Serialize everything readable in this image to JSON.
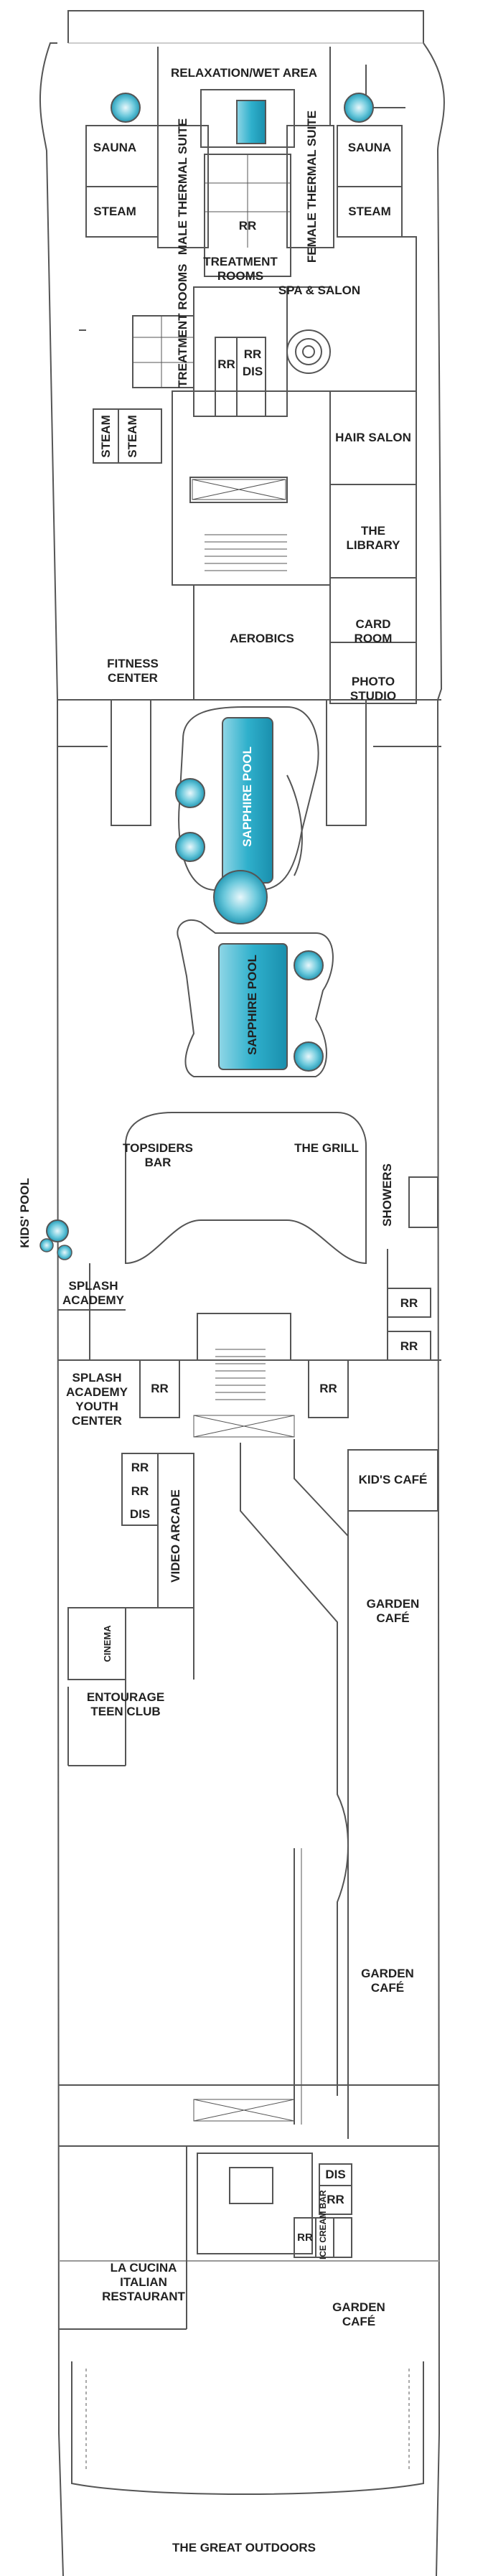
{
  "plan": {
    "labels": {
      "relaxation": "RELAXATION/WET AREA",
      "sauna_l": "SAUNA",
      "sauna_r": "SAUNA",
      "steam_l": "STEAM",
      "steam_r": "STEAM",
      "male_suite": "MALE THERMAL SUITE",
      "female_suite": "FEMALE THERMAL SUITE",
      "rr_spa": "RR",
      "treatment_rooms_top": "TREATMENT\nROOMS",
      "spa_salon": "SPA & SALON",
      "treatment_rooms_side": "TREATMENT ROOMS",
      "rr_spa2": "RR",
      "rr_spa3": "RR",
      "dis_spa": "DIS",
      "steam_a": "STEAM",
      "steam_b": "STEAM",
      "hair_salon": "HAIR SALON",
      "library": "THE\nLIBRARY",
      "aerobics": "AEROBICS",
      "card_room": "CARD\nROOM",
      "fitness_center": "FITNESS\nCENTER",
      "photo_studio": "PHOTO\nSTUDIO",
      "sapphire_pool_1": "SAPPHIRE POOL",
      "sapphire_pool_2": "SAPPHIRE POOL",
      "topsiders_bar": "TOPSIDERS\nBAR",
      "the_grill": "THE GRILL",
      "kids_pool": "KIDS' POOL",
      "showers": "SHOWERS",
      "rr_sh1": "RR",
      "rr_sh2": "RR",
      "splash_academy": "SPLASH\nACADEMY",
      "splash_youth": "SPLASH\nACADEMY\nYOUTH\nCENTER",
      "rr_y1": "RR",
      "rr_y2": "RR",
      "rr_y3": "RR",
      "rr_y4": "RR",
      "dis_y": "DIS",
      "kids_cafe": "KID'S CAFÉ",
      "video_arcade": "VIDEO ARCADE",
      "garden_cafe_1": "GARDEN\nCAFÉ",
      "cinema": "CINEMA",
      "entourage": "ENTOURAGE\nTEEN CLUB",
      "garden_cafe_2": "GARDEN\nCAFÉ",
      "dis_aft": "DIS",
      "rr_aft1": "RR",
      "rr_aft2": "RR",
      "ice_cream_bar": "ICE CREAM BAR",
      "la_cucina": "LA CUCINA\nITALIAN\nRESTAURANT",
      "garden_cafe_3": "GARDEN\nCAFÉ",
      "great_outdoors": "THE GREAT OUTDOORS"
    },
    "colors": {
      "wall": "#555555",
      "pool_light": "#bfe6f0",
      "pool_dark": "#1c9fbd",
      "label": "#222222"
    }
  }
}
